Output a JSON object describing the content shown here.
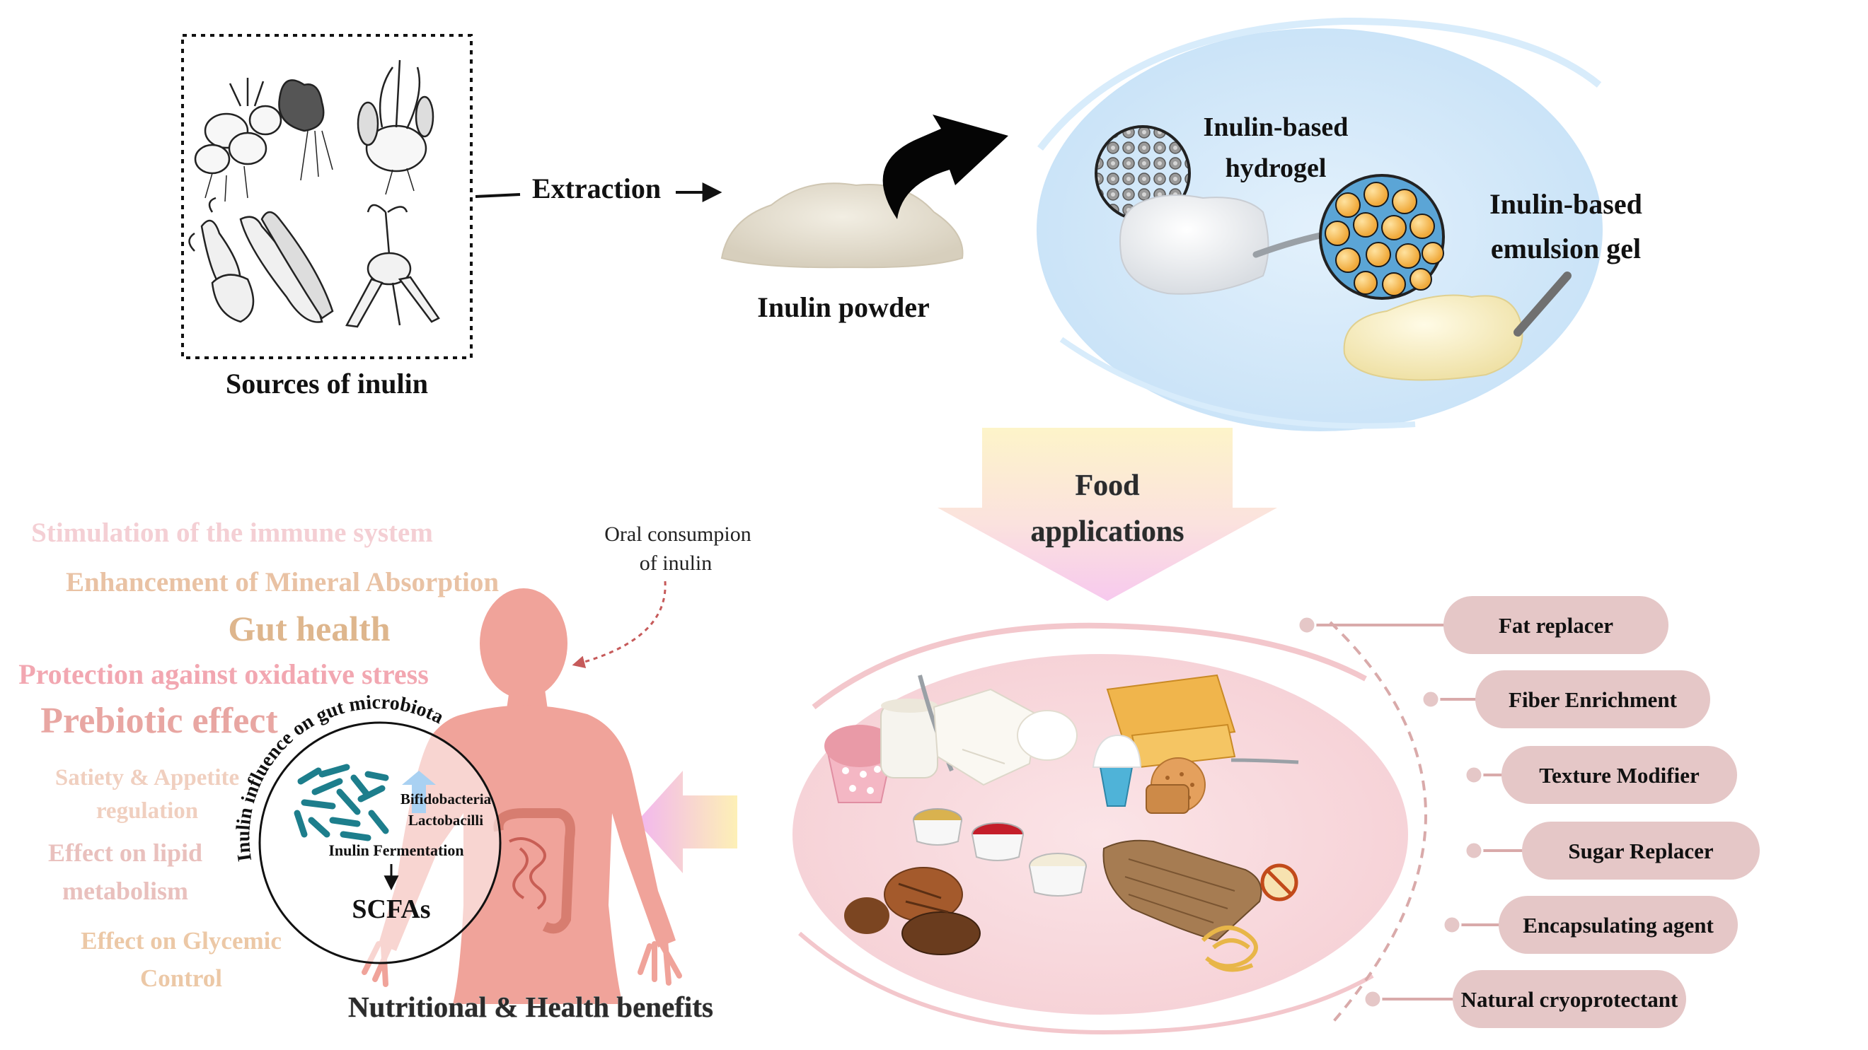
{
  "colors": {
    "benefit_pink": "#f2a7b1",
    "benefit_peach": "#e9c2a4",
    "benefit_tan": "#deb68d",
    "benefit_pale_pink": "#f4cfd4",
    "benefit_salmon": "#e8a6a2",
    "body": "#f0a39a",
    "pill_fill": "#e5c7c7",
    "pill_line": "#d9aaaa",
    "oval_blue": "#cfe6f8",
    "oval_pink": "#f8d6da"
  },
  "sources": {
    "caption": "Sources of inulin"
  },
  "extraction": {
    "label": "Extraction"
  },
  "powder": {
    "label": "Inulin powder"
  },
  "gels": {
    "hydrogel_line1": "Inulin-based",
    "hydrogel_line2": "hydrogel",
    "emulsion_line1": "Inulin-based",
    "emulsion_line2": "emulsion gel"
  },
  "food_arrow": {
    "line1": "Food",
    "line2": "applications"
  },
  "applications": [
    "Fat replacer",
    "Fiber Enrichment",
    "Texture Modifier",
    "Sugar Replacer",
    "Encapsulating agent",
    "Natural cryoprotectant"
  ],
  "oral": {
    "line1": "Oral consumpion",
    "line2": "of inulin"
  },
  "benefits": {
    "immune": "Stimulation of the immune system",
    "mineral": "Enhancement of Mineral Absorption",
    "gut": "Gut health",
    "oxidative": "Protection against oxidative stress",
    "prebiotic": "Prebiotic effect",
    "satiety_line1": "Satiety & Appetite",
    "satiety_line2": "regulation",
    "lipid_line1": "Effect on lipid",
    "lipid_line2": "metabolism",
    "glycemic_line1": "Effect on Glycemic",
    "glycemic_line2": "Control"
  },
  "microbiota": {
    "arc_title": "Inulin influence on gut microbiota",
    "bacteria_line1": "Bifidobacteria",
    "bacteria_line2": "Lactobacilli",
    "fermentation": "Inulin Fermentation",
    "scfa": "SCFAs"
  },
  "footer": {
    "caption": "Nutritional & Health benefits"
  }
}
